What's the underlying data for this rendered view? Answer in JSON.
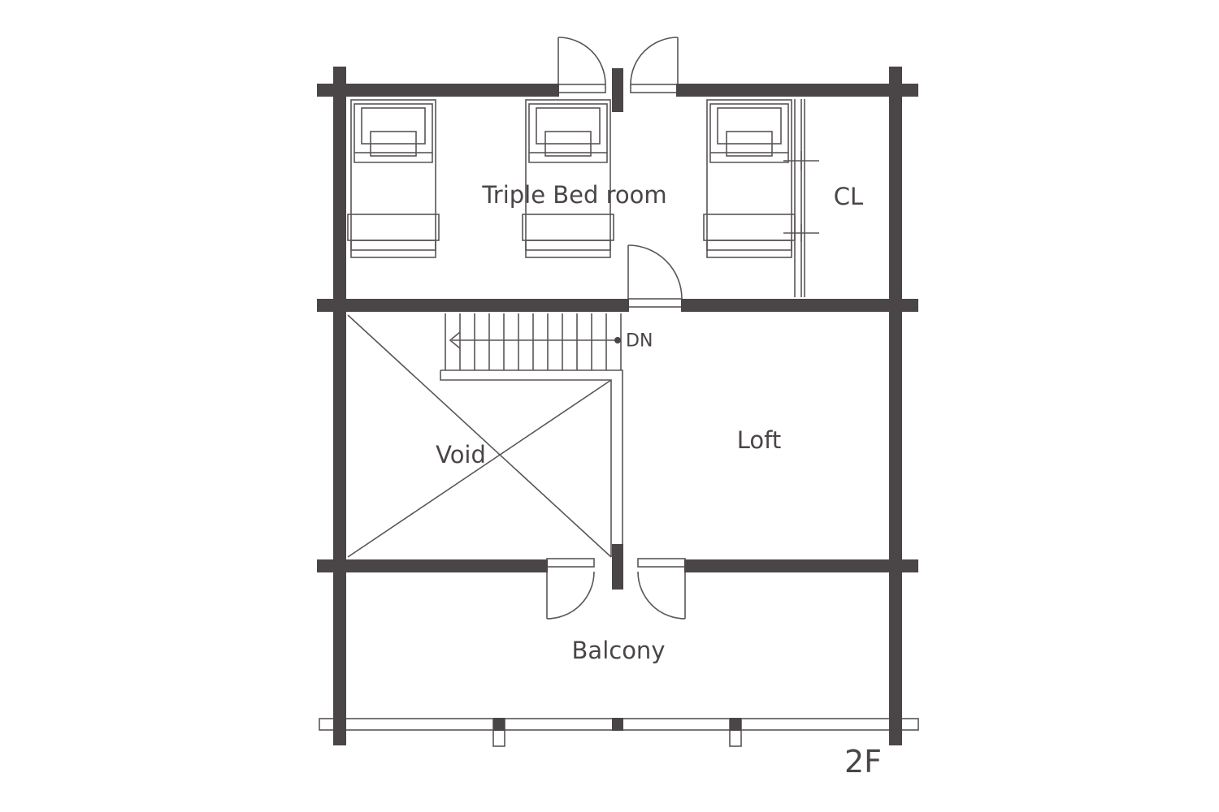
{
  "rooms": {
    "triple_bedroom": "Triple Bed room",
    "closet": "CL",
    "void": "Void",
    "loft": "Loft",
    "balcony": "Balcony"
  },
  "stairs": {
    "direction_label": "DN"
  },
  "floor": "2F",
  "colors": {
    "wall": "#4a4547",
    "line": "#5a5557",
    "background": "#ffffff"
  }
}
